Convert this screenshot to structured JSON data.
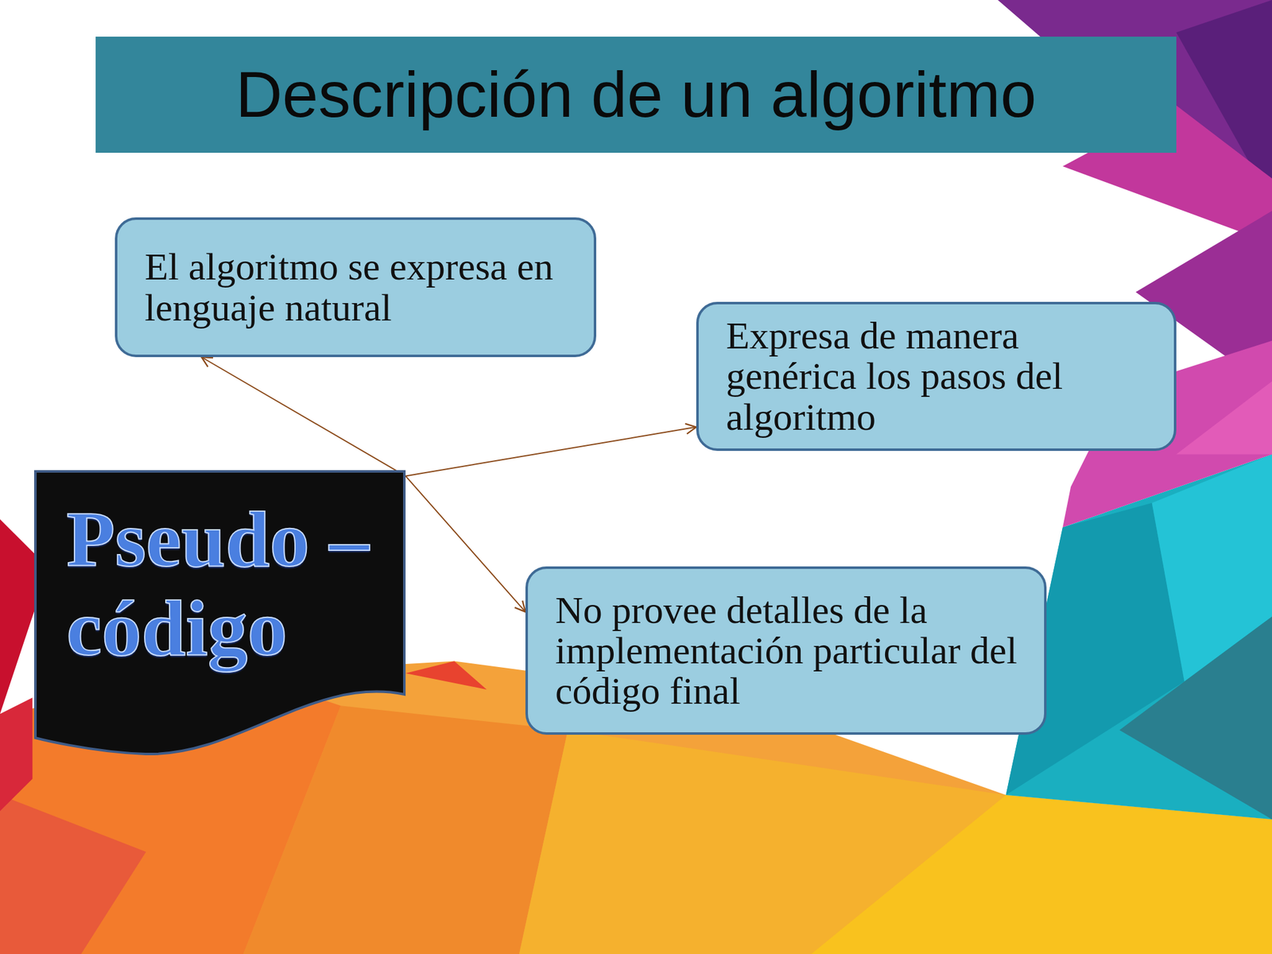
{
  "diagram": {
    "title": "Descripción de un algoritmo",
    "nodes": [
      {
        "text": [
          "El algoritmo se expresa en lenguaje natural"
        ]
      },
      {
        "text": [
          "Expresa de manera genérica los pasos del algoritmo"
        ]
      },
      {
        "text": [
          "Pseudo – código"
        ]
      },
      {
        "text": [
          "No provee detalles de la implementación particular del código final"
        ]
      }
    ],
    "edges": [
      {
        "from": 2,
        "to": 0,
        "arrow": "to"
      },
      {
        "from": 2,
        "to": 1,
        "arrow": "to"
      },
      {
        "from": 2,
        "to": 3,
        "arrow": "to"
      }
    ]
  }
}
